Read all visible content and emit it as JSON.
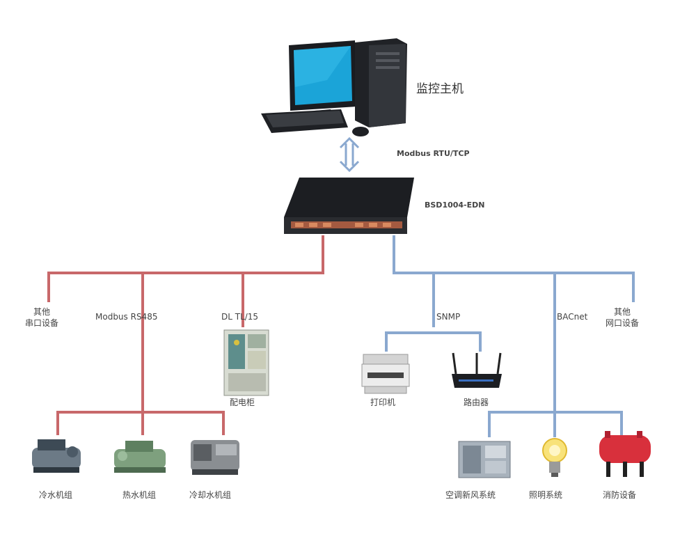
{
  "host": {
    "label": "监控主机"
  },
  "protocol_top": "Modbus RTU/TCP",
  "gateway": {
    "label": "BSD1004-EDN"
  },
  "left_bus": {
    "color": "#c8686a",
    "labels": {
      "other_serial": [
        "其他",
        "串口设备"
      ],
      "modbus": "Modbus  RS485",
      "dc": "DL  TL/15"
    },
    "panel_label": "配电柜"
  },
  "right_bus": {
    "color": "#8aa8cf",
    "labels": {
      "snmp": "SNMP",
      "bacnet": "BACnet",
      "other_net": [
        "其他",
        "网口设备"
      ]
    },
    "printer_label": "打印机",
    "router_label": "路由器"
  },
  "bottom_left": [
    "冷水机组",
    "热水机组",
    "冷却水机组"
  ],
  "bottom_right": [
    "空调新风系统",
    "照明系统",
    "消防设备"
  ]
}
